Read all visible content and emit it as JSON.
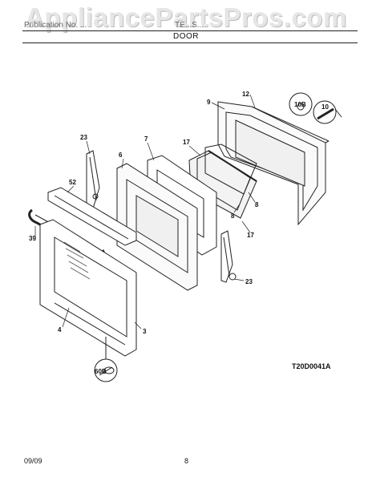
{
  "watermark": "AppliancePartsPros.com",
  "header": {
    "left": "Publication No. ...",
    "right": "TE...S..."
  },
  "section_title": "DOOR",
  "callouts": {
    "c9": "9",
    "c12": "12",
    "c10B": "10B",
    "c10": "10",
    "c23a": "23",
    "c7": "7",
    "c6": "6",
    "c17a": "17",
    "c52": "52",
    "c8a": "8",
    "c8b": "8",
    "c17b": "17",
    "c39": "39",
    "c23b": "23",
    "c4": "4",
    "c3": "3",
    "c60B": "60B"
  },
  "figure_id": "T20D0041A",
  "footer": {
    "date": "09/09",
    "page": "8"
  }
}
